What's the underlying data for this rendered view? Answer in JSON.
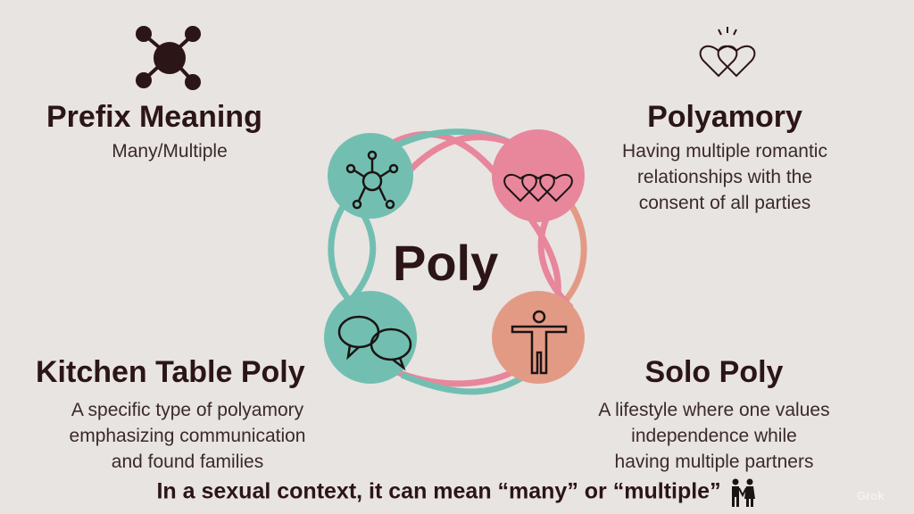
{
  "center_label": "Poly",
  "sections": {
    "prefix": {
      "title": "Prefix Meaning",
      "description": "Many/Multiple",
      "icon": "molecule-network-icon"
    },
    "polyamory": {
      "title": "Polyamory",
      "description": [
        "Having multiple romantic",
        "relationships with the",
        "consent of all parties"
      ],
      "icon": "interlocked-hearts-icon"
    },
    "kitchen_table": {
      "title": "Kitchen Table Poly",
      "description": [
        "A specific type of polyamory",
        "emphasizing communication",
        "and found families"
      ],
      "icon": "speech-bubbles-icon"
    },
    "solo": {
      "title": "Solo Poly",
      "description": [
        "A lifestyle where one values",
        "independence while",
        "having multiple partners"
      ],
      "icon": "person-arms-out-icon"
    }
  },
  "footer": {
    "text": "In a sexual context, it can mean “many” or “multiple”",
    "icon": "couple-holding-hands-icon"
  },
  "watermark": "Grok",
  "colors": {
    "background": "#e8e4e1",
    "teal": "#72bfb2",
    "pink": "#e8869c",
    "salmon": "#e39a85",
    "text": "#2b1517"
  }
}
